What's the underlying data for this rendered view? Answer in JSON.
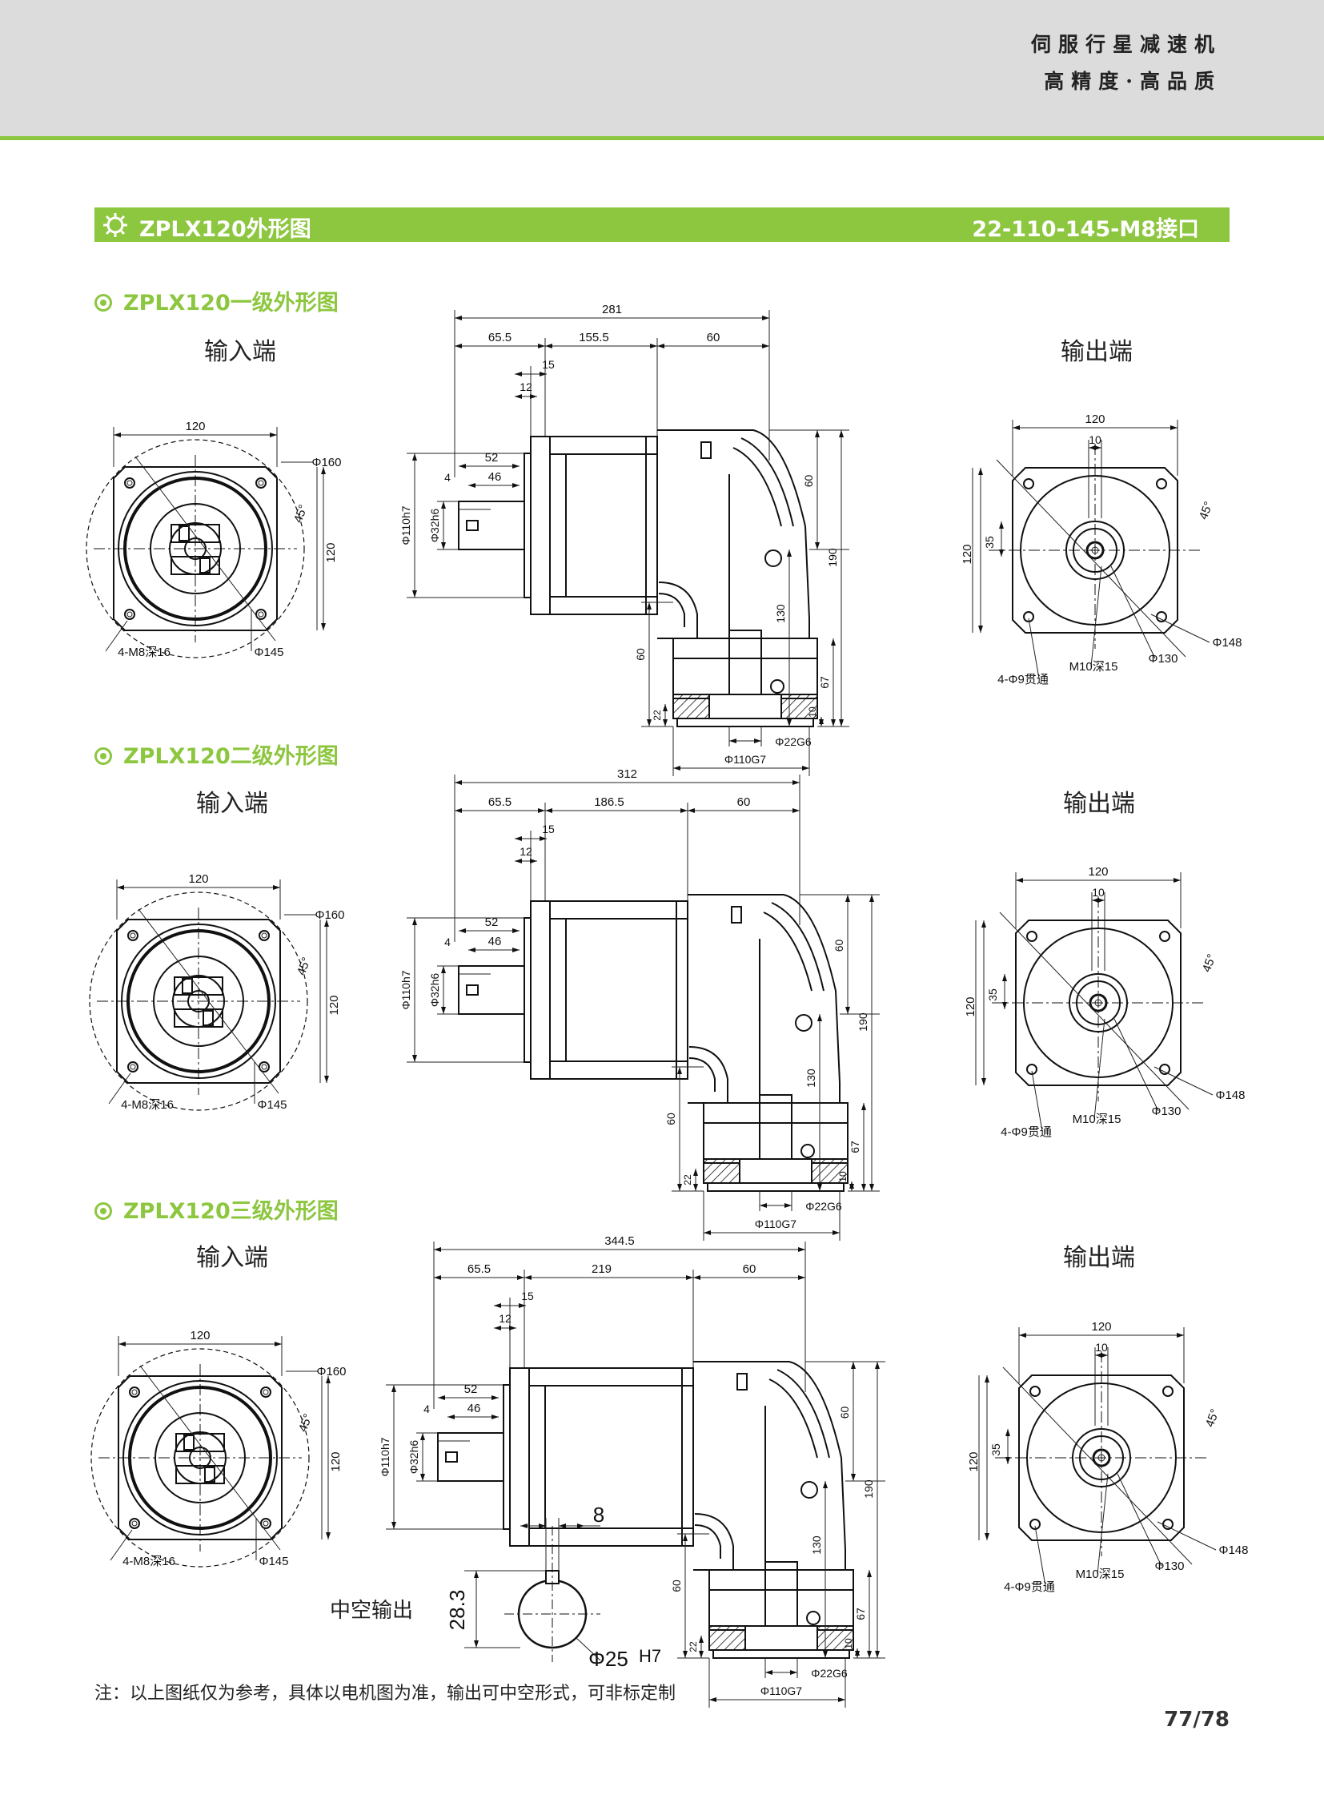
{
  "header": {
    "line1": "伺服行星减速机",
    "line2": "高精度·高品质"
  },
  "banner": {
    "title": "ZPLX120外形图",
    "interface": "22-110-145-M8接口"
  },
  "sections": [
    {
      "title": "ZPLX120一级外形图",
      "input_label": "输入端",
      "output_label": "输出端",
      "dims": {
        "total": "281",
        "a": "65.5",
        "b": "155.5",
        "c": "60",
        "d15": "15",
        "d12": "12",
        "d52": "52",
        "d46": "46",
        "d4": "4",
        "shaft_d": "Φ32h6",
        "pilot_d": "Φ110h7",
        "h60": "60",
        "h190": "190",
        "h130": "130",
        "h67": "67",
        "h10": "10",
        "hl60": "60",
        "h22": "22",
        "bore": "Φ22G6",
        "base": "Φ110G7",
        "in_w": "120",
        "in_h": "120",
        "in_pcd": "Φ160",
        "in_bolt": "Φ145",
        "in_tap": "4-M8深16",
        "angle": "45°",
        "out_w": "120",
        "out_key": "10",
        "out_h": "120",
        "out_35": "35",
        "out_pcd": "Φ148",
        "out_tap": "M10深15",
        "out_pilot": "Φ130",
        "out_holes": "4-Φ9贯通"
      }
    },
    {
      "title": "ZPLX120二级外形图",
      "input_label": "输入端",
      "output_label": "输出端",
      "dims": {
        "total": "312",
        "a": "65.5",
        "b": "186.5",
        "c": "60",
        "d15": "15",
        "d12": "12",
        "d52": "52",
        "d46": "46",
        "d4": "4",
        "shaft_d": "Φ32h6",
        "pilot_d": "Φ110h7",
        "h60": "60",
        "h190": "190",
        "h130": "130",
        "h67": "67",
        "h10": "10",
        "hl60": "60",
        "h22": "22",
        "bore": "Φ22G6",
        "base": "Φ110G7",
        "in_w": "120",
        "in_h": "120",
        "in_pcd": "Φ160",
        "in_bolt": "Φ145",
        "in_tap": "4-M8深16",
        "angle": "45°",
        "out_w": "120",
        "out_key": "10",
        "out_h": "120",
        "out_35": "35",
        "out_pcd": "Φ148",
        "out_tap": "M10深15",
        "out_pilot": "Φ130",
        "out_holes": "4-Φ9贯通"
      }
    },
    {
      "title": "ZPLX120三级外形图",
      "input_label": "输入端",
      "output_label": "输出端",
      "dims": {
        "total": "344.5",
        "a": "65.5",
        "b": "219",
        "c": "60",
        "d15": "15",
        "d12": "12",
        "d52": "52",
        "d46": "46",
        "d4": "4",
        "shaft_d": "Φ32h6",
        "pilot_d": "Φ110h7",
        "h60": "60",
        "h190": "190",
        "h130": "130",
        "h67": "67",
        "h10": "10",
        "hl60": "60",
        "h22": "22",
        "bore": "Φ22G6",
        "base": "Φ110G7",
        "in_w": "120",
        "in_h": "120",
        "in_pcd": "Φ160",
        "in_bolt": "Φ145",
        "in_tap": "4-M8深16",
        "angle": "45°",
        "out_w": "120",
        "out_key": "10",
        "out_h": "120",
        "out_35": "35",
        "out_pcd": "Φ148",
        "out_tap": "M10深15",
        "out_pilot": "Φ130",
        "out_holes": "4-Φ9贯通"
      }
    }
  ],
  "hollow_output": {
    "label": "中空输出",
    "key_width": "8",
    "depth": "28.3",
    "bore": "Φ25",
    "tolerance": "H7"
  },
  "footer": {
    "note": "注：以上图纸仅为参考，具体以电机图为准，输出可中空形式，可非标定制",
    "page": "77/78"
  }
}
